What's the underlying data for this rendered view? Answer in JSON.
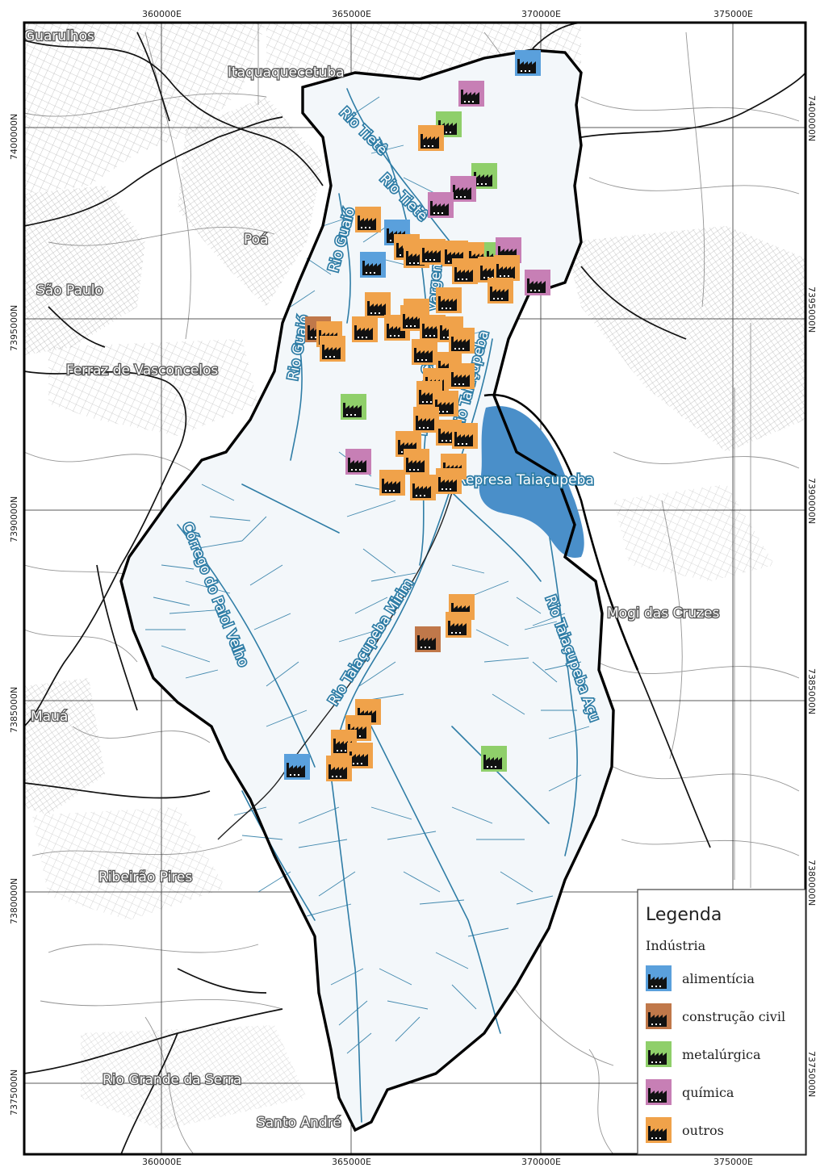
{
  "map": {
    "grid_labels_top": [
      "360000E",
      "365000E",
      "370000E",
      "375000E"
    ],
    "grid_labels_bottom": [
      "360000E",
      "365000E",
      "370000E",
      "375000E"
    ],
    "grid_labels_left": [
      "7400000N",
      "7395000N",
      "7390000N",
      "7385000N",
      "7380000N",
      "7375000N"
    ],
    "grid_labels_right": [
      "7400000N",
      "7395000N",
      "7390000N",
      "7385000N",
      "7380000N",
      "7375000N"
    ],
    "places": [
      "Guarulhos",
      "Itaquaquecetuba",
      "Poá",
      "São Paulo",
      "Ferraz de Vasconcelos",
      "Mogi das Cruzes",
      "Mauá",
      "Ribeirão Pires",
      "Rio Grande da Serra",
      "Santo André"
    ],
    "rivers": [
      "Rio Tietê",
      "Rio Tietê",
      "Rio Guaió",
      "Rio Guaió",
      "Ribeirão Chico da Vargem",
      "Rio Taiaçupeba",
      "Represa Taiaçupeba",
      "Córrego do Paiol Velho",
      "Rio Taiaçupeba Mirim",
      "Rio Taiaçupeba Açu"
    ],
    "colors": {
      "river": "#2f7da6",
      "water": "#4a8fc9",
      "boundary": "#111111",
      "alimenticia": "#5aa0dc",
      "construcao_civil": "#c0784a",
      "metalurgica": "#8fcf6a",
      "quimica": "#c77fb5",
      "outros": "#f0a24a"
    }
  },
  "legend": {
    "title": "Legenda",
    "subtitle": "Indústria",
    "items": [
      {
        "label": "alimentícia",
        "icon": "factory-icon",
        "color": "#5aa0dc"
      },
      {
        "label": "construção civil",
        "icon": "factory-icon",
        "color": "#c0784a"
      },
      {
        "label": "metalúrgica",
        "icon": "factory-icon",
        "color": "#8fcf6a"
      },
      {
        "label": "química",
        "icon": "factory-icon",
        "color": "#c77fb5"
      },
      {
        "label": "outros",
        "icon": "factory-icon",
        "color": "#f0a24a"
      }
    ]
  }
}
